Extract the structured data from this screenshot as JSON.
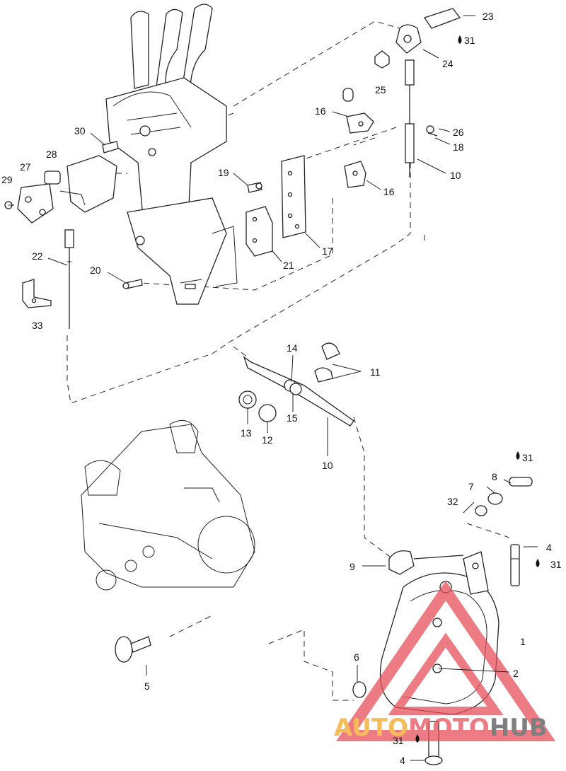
{
  "callouts": {
    "c1": "1",
    "c2": "2",
    "c4a": "4",
    "c4b": "4",
    "c5": "5",
    "c6": "6",
    "c7": "7",
    "c8": "8",
    "c9": "9",
    "c10a": "10",
    "c10b": "10",
    "c11": "11",
    "c12": "12",
    "c13": "13",
    "c14": "14",
    "c15": "15",
    "c16a": "16",
    "c16b": "16",
    "c17": "17",
    "c18": "18",
    "c19": "19",
    "c20": "20",
    "c21": "21",
    "c22": "22",
    "c23": "23",
    "c24": "24",
    "c25": "25",
    "c26": "26",
    "c27": "27",
    "c28": "28",
    "c29": "29",
    "c30": "30",
    "c31a": "31",
    "c31b": "31",
    "c31c": "31",
    "c31d": "31",
    "c32": "32",
    "c33": "33"
  },
  "watermark": {
    "auto": "AUTO",
    "moto": "MOTO",
    "hub": "HUB",
    "color_auto": "#f5a623",
    "color_moto": "#e8505b",
    "color_hub": "#555555"
  },
  "icons": {
    "drop": "drop-icon"
  }
}
